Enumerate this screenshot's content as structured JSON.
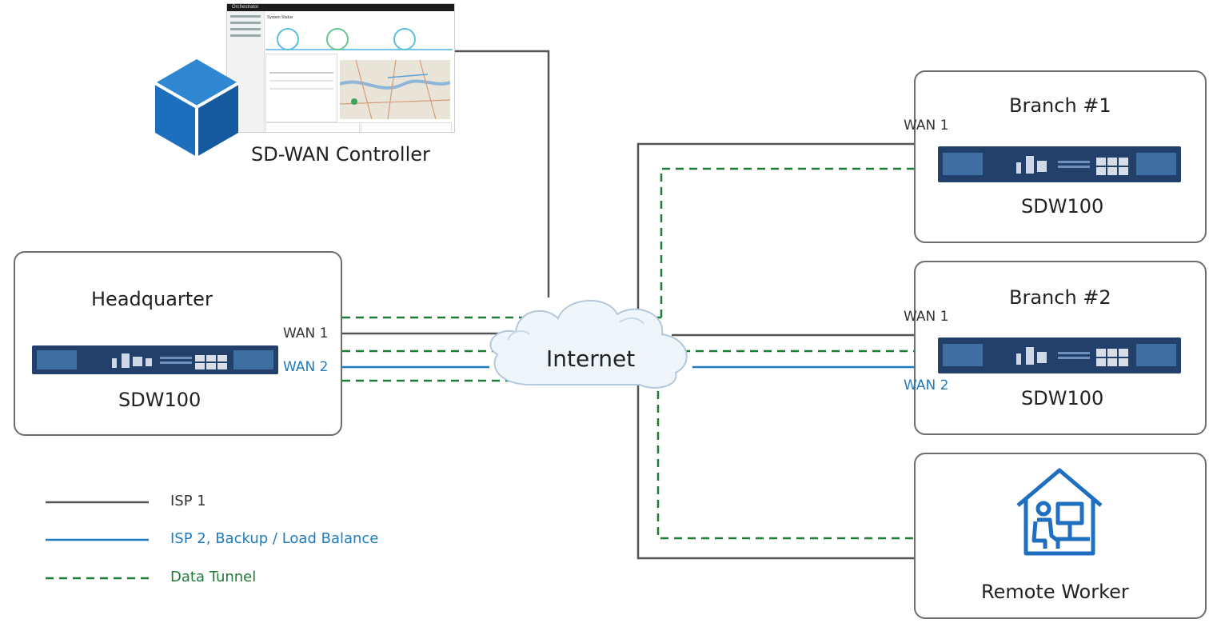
{
  "controller": {
    "label": "SD-WAN Controller",
    "dashboard": {
      "app_name": "Orchestrator",
      "section_title": "System Status"
    }
  },
  "headquarter": {
    "title": "Headquarter",
    "device": "SDW100",
    "wan1": "WAN 1",
    "wan2": "WAN 2"
  },
  "internet": {
    "label": "Internet"
  },
  "branch1": {
    "title": "Branch #1",
    "device": "SDW100",
    "wan1": "WAN 1"
  },
  "branch2": {
    "title": "Branch #2",
    "device": "SDW100",
    "wan1": "WAN 1",
    "wan2": "WAN 2"
  },
  "remote": {
    "title": "Remote Worker"
  },
  "legend": {
    "isp1": "ISP 1",
    "isp2": "ISP 2, Backup / Load Balance",
    "tunnel": "Data Tunnel"
  },
  "colors": {
    "isp1": "#555555",
    "isp2": "#1f7bbf",
    "tunnel": "#1e7a37",
    "device": "#23406b",
    "cube": "#1d6fbd"
  }
}
